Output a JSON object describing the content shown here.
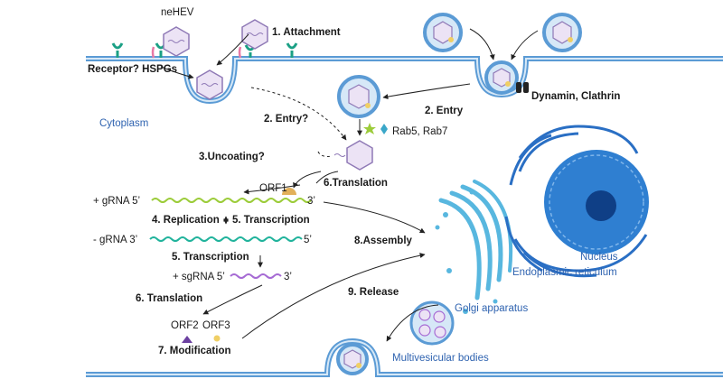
{
  "labels": {
    "nehev": "neHEV",
    "attachment": "1. Attachment",
    "receptor": "Receptor? HSPGs",
    "dynamin": "Dynamin, Clathrin",
    "cytoplasm": "Cytoplasm",
    "entry_q": "2. Entry?",
    "entry": "2. Entry",
    "rab": "Rab5, Rab7",
    "uncoating": "3.Uncoating?",
    "translation6": "6.Translation",
    "orf1": "ORF1",
    "grna_plus_left": "+ gRNA 5’",
    "grna_plus_right": "3’",
    "replication": "4. Replication",
    "transcription5a": "5. Transcription",
    "grna_minus_left": "-  gRNA 3’",
    "grna_minus_right": "5’",
    "transcription5b": "5. Transcription",
    "sgrna_left": "+ sgRNA 5’",
    "sgrna_right": "3’",
    "translation6b": "6. Translation",
    "orf2": "ORF2",
    "orf3": "ORF3",
    "modification": "7. Modification",
    "assembly": "8.Assembly",
    "release": "9. Release",
    "nucleus": "Nucleus",
    "er": "Endoplasmic reticulum",
    "golgi": "Golgi apparatus",
    "mvb": "Multivesicular bodies"
  },
  "colors": {
    "membrane": "#5b9bd5",
    "membrane_fill": "#d6e8f7",
    "virus_fill": "#ece3f5",
    "virus_stroke": "#8f79b6",
    "receptor": "#1ba085",
    "hspg": "#e879a6",
    "gRNA_plus": "#9ccc3a",
    "gRNA_minus": "#21b39c",
    "sgRNA": "#a66bd4",
    "orf1": "#e2b05a",
    "orf2": "#6b3fa0",
    "orf3": "#f0cf65",
    "nucleus": "#2f7fd1",
    "label_blue": "#2f63b0"
  }
}
